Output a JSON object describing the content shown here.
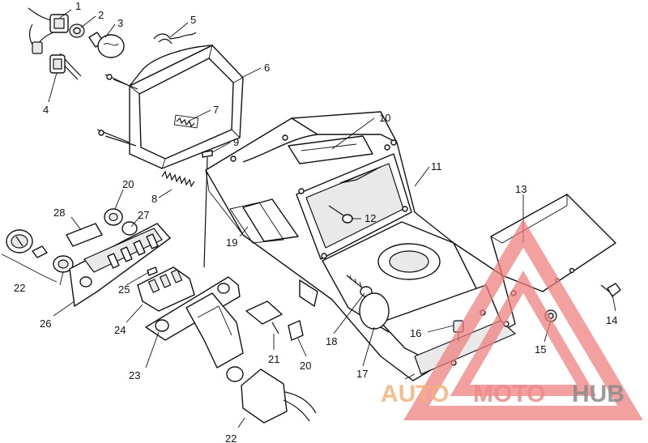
{
  "callouts": {
    "c1": "1",
    "c2": "2",
    "c3": "3",
    "c4": "4",
    "c5": "5",
    "c6": "6",
    "c7": "7",
    "c8": "8",
    "c9": "9",
    "c10": "10",
    "c11": "11",
    "c12": "12",
    "c13": "13",
    "c14": "14",
    "c15": "15",
    "c16": "16",
    "c17": "17",
    "c18": "18",
    "c19": "19",
    "c20a": "20",
    "c20b": "20",
    "c21": "21",
    "c22a": "22",
    "c22b": "22",
    "c23": "23",
    "c24": "24",
    "c25": "25",
    "c26": "26",
    "c27": "27",
    "c28": "28"
  },
  "watermark": {
    "part1": "AUTO",
    "part2": "MOTO",
    "part3": "HUB",
    "color_orange": "#f3b27a",
    "color_red": "#ec8a8a",
    "color_gray": "#8a8a8a",
    "triangle_color": "#ef7c7c"
  }
}
